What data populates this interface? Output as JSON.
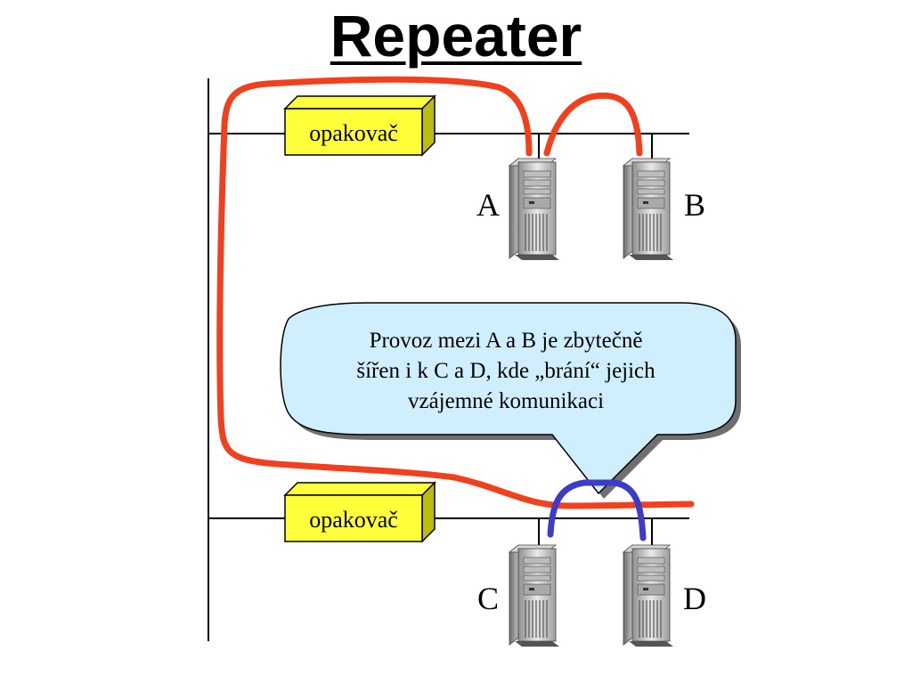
{
  "title": "Repeater",
  "repeaters": [
    {
      "label": "opakovač"
    },
    {
      "label": "opakovač"
    }
  ],
  "computers": [
    {
      "label": "A"
    },
    {
      "label": "B"
    },
    {
      "label": "C"
    },
    {
      "label": "D"
    }
  ],
  "callout": {
    "lines": [
      "Provoz mezi A a B je zbytečně",
      "šířen i k C a D, kde „brání“ jejich",
      "vzájemné komunikaci"
    ]
  },
  "colors": {
    "traffic_path": "#f0401e",
    "collision_path": "#3c3cc8",
    "repeater_fill": "#ffff3a",
    "callout_fill": "#cfeefe"
  }
}
